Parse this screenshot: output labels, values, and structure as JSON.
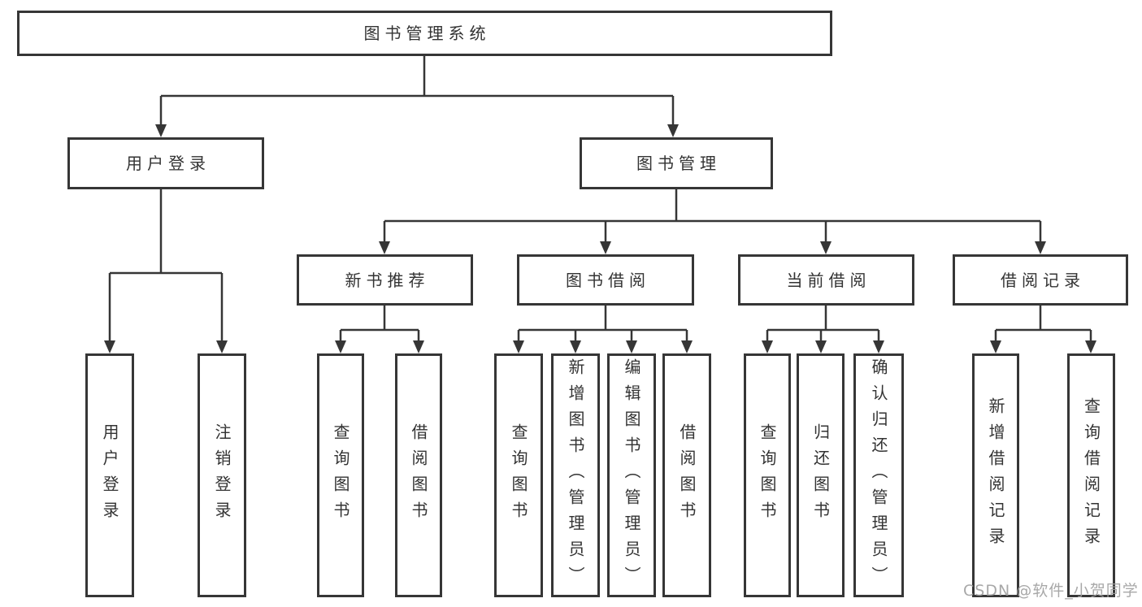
{
  "tree": {
    "root": {
      "label": "图书管理系统",
      "children": [
        {
          "label": "用户登录",
          "children": [
            {
              "label": "用户登录"
            },
            {
              "label": "注销登录"
            }
          ]
        },
        {
          "label": "图书管理",
          "children": [
            {
              "label": "新书推荐",
              "children": [
                {
                  "label": "查询图书"
                },
                {
                  "label": "借阅图书"
                }
              ]
            },
            {
              "label": "图书借阅",
              "children": [
                {
                  "label": "查询图书"
                },
                {
                  "label": "新增图书（管理员）"
                },
                {
                  "label": "编辑图书（管理员）"
                },
                {
                  "label": "借阅图书"
                }
              ]
            },
            {
              "label": "当前借阅",
              "children": [
                {
                  "label": "查询图书"
                },
                {
                  "label": "归还图书"
                },
                {
                  "label": "确认归还（管理员）"
                }
              ]
            },
            {
              "label": "借阅记录",
              "children": [
                {
                  "label": "新增借阅记录"
                },
                {
                  "label": "查询借阅记录"
                }
              ]
            }
          ]
        }
      ]
    }
  },
  "watermark": "CSDN @软件_小贺同学",
  "colors": {
    "line": "#363636",
    "box_border": "#363636",
    "text": "#333333",
    "background": "#ffffff",
    "watermark": "#9e9e9e"
  }
}
